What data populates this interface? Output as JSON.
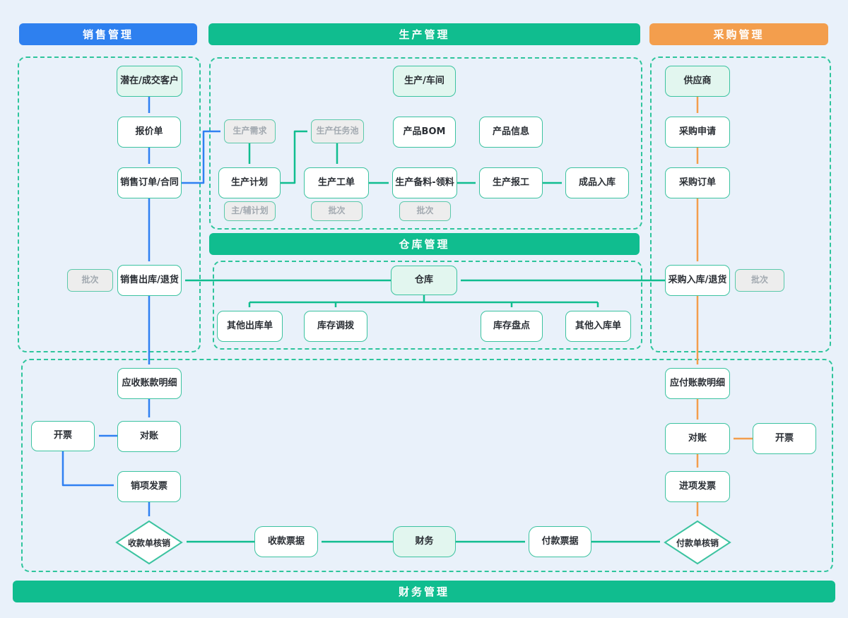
{
  "headers": {
    "sales": "销售管理",
    "production": "生产管理",
    "purchase": "采购管理",
    "warehouse": "仓库管理",
    "finance": "财务管理"
  },
  "nodes": {
    "customer": "潜在/成交客户",
    "quote": "报价单",
    "sales_order": "销售订单/合同",
    "batch_sales": "批次",
    "sales_out": "销售出库/退货",
    "ar_detail": "应收账款明细",
    "recon_sales": "对账",
    "invoice_sales": "开票",
    "sales_invoice": "销项发票",
    "receipt_writeoff": "收款单核销",
    "workshop": "生产/车间",
    "prod_demand": "生产需求",
    "task_pool": "生产任务池",
    "bom": "产品BOM",
    "prod_info": "产品信息",
    "prod_plan": "生产计划",
    "main_aux_plan": "主/辅计划",
    "work_order": "生产工单",
    "batch_wo": "批次",
    "material": "生产备料-领料",
    "batch_material": "批次",
    "work_report": "生产报工",
    "finished_in": "成品入库",
    "warehouse_node": "仓库",
    "other_out": "其他出库单",
    "stock_transfer": "库存调拨",
    "stock_take": "库存盘点",
    "other_in": "其他入库单",
    "supplier": "供应商",
    "purchase_request": "采购申请",
    "purchase_order": "采购订单",
    "purchase_in": "采购入库/退货",
    "batch_purchase": "批次",
    "ap_detail": "应付账款明细",
    "recon_purchase": "对账",
    "invoice_purchase": "开票",
    "input_invoice": "进项发票",
    "payment_writeoff": "付款单核销",
    "receipt_note": "收款票据",
    "finance_node": "财务",
    "payment_note": "付款票据"
  },
  "colors": {
    "sales_accent": "#2F80F2",
    "production_accent": "#10BD8F",
    "purchase_accent": "#F39E4D",
    "background": "#E9F1FA",
    "tint_fill": "#E2F6EF",
    "disabled_fill": "#EDEDED"
  },
  "edges": [
    {
      "from": "customer",
      "to": "quote",
      "color": "blue"
    },
    {
      "from": "quote",
      "to": "sales_order",
      "color": "blue"
    },
    {
      "from": "sales_order",
      "to": "sales_out",
      "color": "blue"
    },
    {
      "from": "sales_order",
      "to": "prod_demand",
      "color": "blue"
    },
    {
      "from": "sales_out",
      "to": "ar_detail",
      "color": "blue"
    },
    {
      "from": "ar_detail",
      "to": "recon_sales",
      "color": "blue"
    },
    {
      "from": "recon_sales",
      "to": "invoice_sales",
      "color": "blue"
    },
    {
      "from": "invoice_sales",
      "to": "sales_invoice",
      "color": "blue"
    },
    {
      "from": "sales_invoice",
      "to": "receipt_writeoff",
      "color": "blue"
    },
    {
      "from": "prod_demand",
      "to": "prod_plan",
      "color": "green"
    },
    {
      "from": "prod_plan",
      "to": "task_pool",
      "color": "green"
    },
    {
      "from": "task_pool",
      "to": "work_order",
      "color": "green"
    },
    {
      "from": "work_order",
      "to": "material",
      "color": "green"
    },
    {
      "from": "material",
      "to": "work_report",
      "color": "green"
    },
    {
      "from": "work_report",
      "to": "finished_in",
      "color": "green"
    },
    {
      "from": "purchase_in",
      "to": "warehouse_node",
      "color": "green"
    },
    {
      "from": "warehouse_node",
      "to": "sales_out",
      "color": "green"
    },
    {
      "from": "warehouse_node",
      "to": "other_out",
      "color": "green"
    },
    {
      "from": "warehouse_node",
      "to": "stock_transfer",
      "color": "green"
    },
    {
      "from": "warehouse_node",
      "to": "stock_take",
      "color": "green"
    },
    {
      "from": "warehouse_node",
      "to": "other_in",
      "color": "green"
    },
    {
      "from": "finance_node",
      "to": "receipt_note",
      "color": "green"
    },
    {
      "from": "receipt_note",
      "to": "receipt_writeoff",
      "color": "green"
    },
    {
      "from": "finance_node",
      "to": "payment_note",
      "color": "green"
    },
    {
      "from": "payment_note",
      "to": "payment_writeoff",
      "color": "green"
    },
    {
      "from": "supplier",
      "to": "purchase_request",
      "color": "orange"
    },
    {
      "from": "purchase_request",
      "to": "purchase_order",
      "color": "orange"
    },
    {
      "from": "purchase_order",
      "to": "purchase_in",
      "color": "orange"
    },
    {
      "from": "purchase_in",
      "to": "ap_detail",
      "color": "orange"
    },
    {
      "from": "ap_detail",
      "to": "recon_purchase",
      "color": "orange"
    },
    {
      "from": "invoice_purchase",
      "to": "recon_purchase",
      "color": "orange"
    },
    {
      "from": "recon_purchase",
      "to": "input_invoice",
      "color": "orange"
    },
    {
      "from": "input_invoice",
      "to": "payment_writeoff",
      "color": "orange"
    }
  ]
}
